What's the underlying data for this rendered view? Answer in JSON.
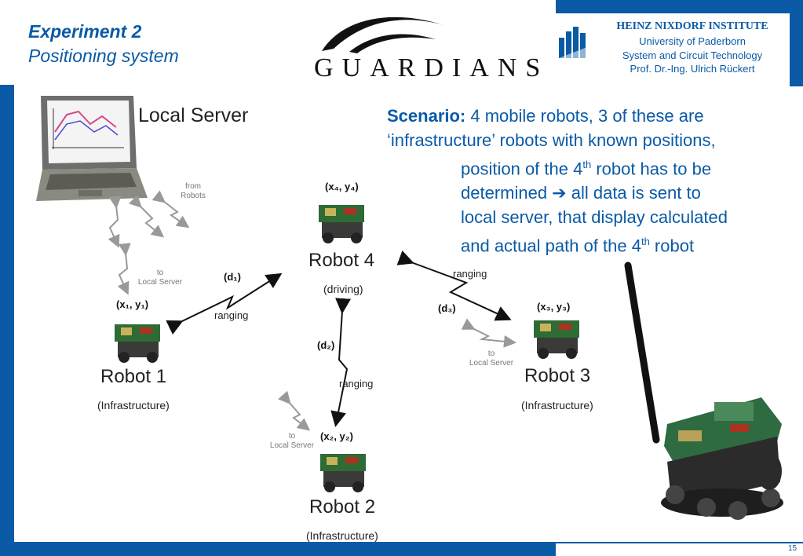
{
  "header": {
    "title": "Experiment 2",
    "subtitle": "Positioning system",
    "logo_text": "GUARDIANS"
  },
  "institute": {
    "name": "HEINZ NIXDORF INSTITUTE",
    "line1": "University of Paderborn",
    "line2": "System and Circuit Technology",
    "line3": "Prof. Dr.-Ing. Ulrich Rückert"
  },
  "scenario": {
    "label": "Scenario:",
    "text1": " 4 mobile robots, 3 of these are",
    "text2": "‘infrastructure’ robots with known positions,",
    "text3a": "position of the 4",
    "sup1": "th",
    "text3b": " robot has to be",
    "text4": "determined ➔ all data is sent to",
    "text5": "local server, that display calculated",
    "text6a": "and actual path of the 4",
    "sup2": "th",
    "text6b": " robot"
  },
  "diagram": {
    "local_server": "Local Server",
    "from_robots_1": "from",
    "from_robots_2": "Robots",
    "to_local_1": "to",
    "to_local_2": "Local Server",
    "robot4": {
      "coord": "(x₄, y₄)",
      "name": "Robot 4",
      "sub": "(driving)"
    },
    "robot1": {
      "coord": "(x₁, y₁)",
      "name": "Robot 1",
      "sub": "(Infrastructure)"
    },
    "robot2": {
      "coord": "(x₂, y₂)",
      "name": "Robot 2",
      "sub": "(Infrastructure)"
    },
    "robot3": {
      "coord": "(x₃, y₃)",
      "name": "Robot 3",
      "sub": "(Infrastructure)"
    },
    "d1": "(d₁)",
    "d2": "(d₂)",
    "d3": "(d₃)",
    "ranging": "ranging"
  },
  "page_number": "15",
  "colors": {
    "brand_blue": "#0a5aa6"
  }
}
